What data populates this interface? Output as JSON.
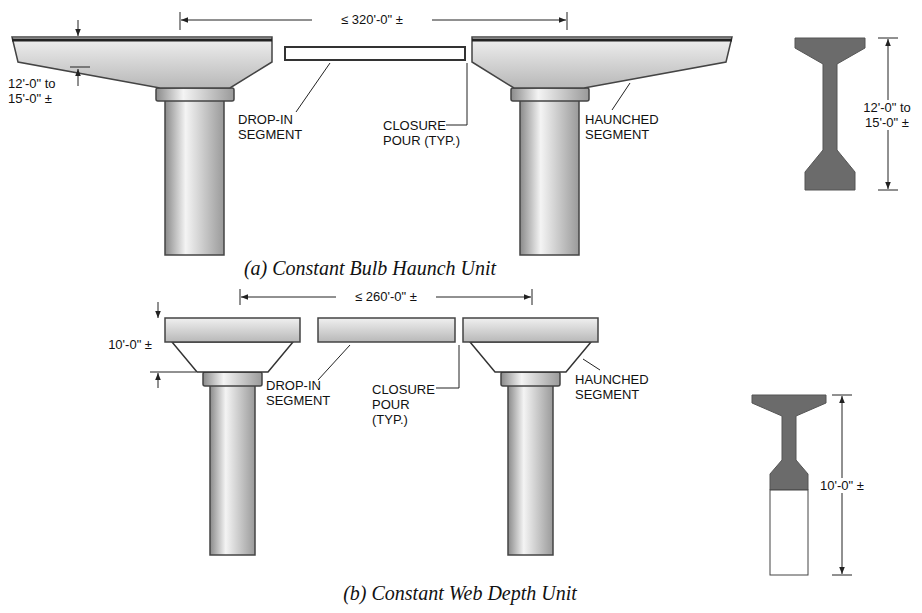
{
  "diagram": {
    "labels": [
      "≤ 320'-0\" ±",
      "12'-0\" to 15'-0\" ±",
      "DROP-IN SEGMENT",
      "CLOSURE POUR (TYP.)",
      "HAUNCHED SEGMENT",
      "12'-0\" to 15'-0\" ±",
      "(a) Constant Bulb Haunch Unit",
      "≤ 260'-0\" ±",
      "10'-0\" ±",
      "DROP-IN SEGMENT",
      "CLOSURE POUR (TYP.)",
      "HAUNCHED SEGMENT",
      "10'-0\" ±",
      "(b) Constant Web Depth Unit"
    ]
  }
}
